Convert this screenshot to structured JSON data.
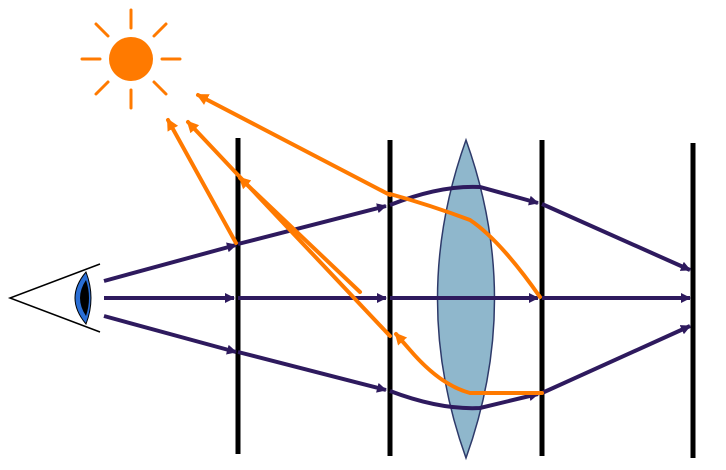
{
  "diagram": {
    "type": "ray-optics-illustration",
    "description_visible_text": [],
    "colors": {
      "sun": "#ff7a00",
      "sun_rays": "#ff7a00",
      "view_rays": "#2e1a5e",
      "light_rays": "#ff7a00",
      "lens_fill": "#8fb7cc",
      "lens_stroke": "#2e3a6a",
      "planes": "#000000",
      "eye_outline": "#000000",
      "eye_iris": "#2a6fd6",
      "eye_pupil": "#000000"
    },
    "elements": {
      "sun_icon": "sun-icon",
      "eye_icon": "eye-icon",
      "lens": "convex-lens",
      "planes_count": 4
    }
  }
}
